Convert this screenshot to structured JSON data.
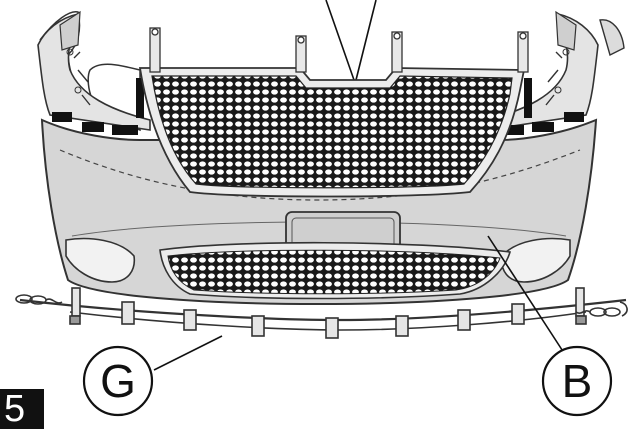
{
  "step_number": "5",
  "callouts": {
    "g": "G",
    "b": "B"
  },
  "colors": {
    "fascia_fill": "#d6d6d6",
    "fascia_stroke": "#333333",
    "grille_fill": "#ffffff",
    "mesh_dark": "#1a1a1a",
    "ink": "#111111",
    "badge_bg": "#111111"
  }
}
